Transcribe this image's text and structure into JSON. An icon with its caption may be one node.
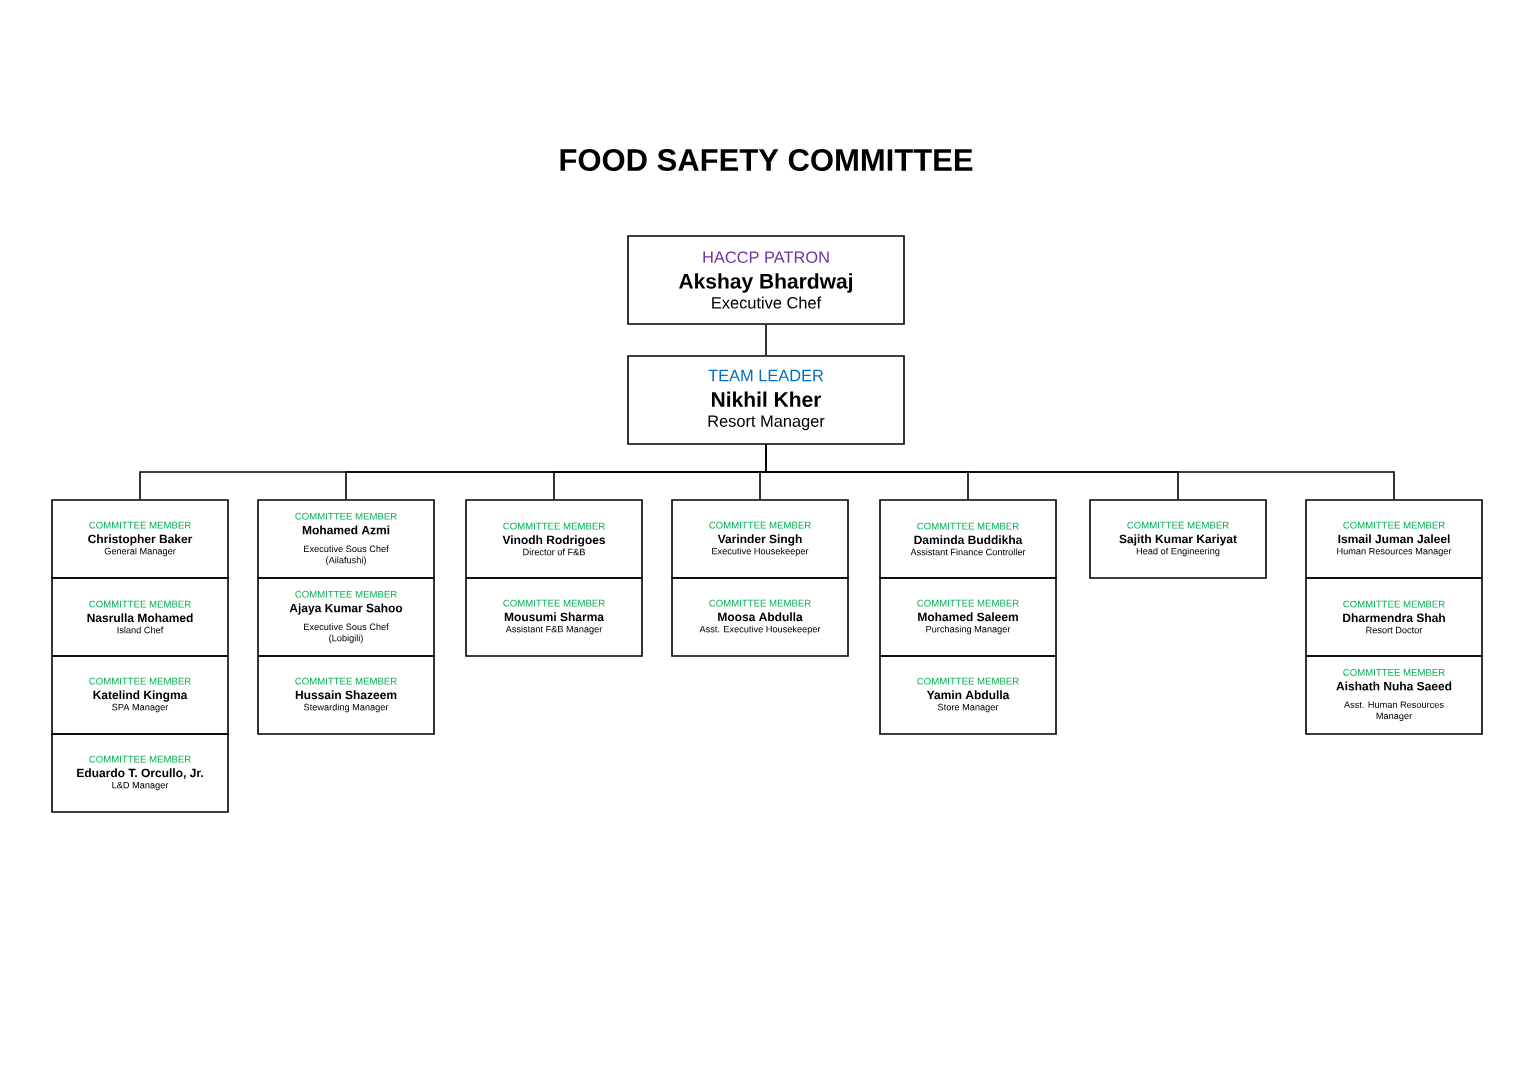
{
  "diagram": {
    "title": "FOOD SAFETY COMMITTEE",
    "nodes": [
      {
        "text": [
          "HACCP PATRON",
          "Akshay Bhardwaj",
          "Executive Chef"
        ]
      },
      {
        "text": [
          "TEAM LEADER",
          "Nikhil Kher",
          "Resort Manager"
        ]
      },
      {
        "text": [
          "COMMITTEE MEMBER",
          "Christopher Baker",
          "General Manager"
        ]
      },
      {
        "text": [
          "COMMITTEE MEMBER",
          "Nasrulla Mohamed",
          "Island Chef"
        ]
      },
      {
        "text": [
          "COMMITTEE MEMBER",
          "Katelind Kingma",
          "SPA Manager"
        ]
      },
      {
        "text": [
          "COMMITTEE MEMBER",
          "Eduardo T. Orcullo, Jr.",
          "L&D Manager"
        ]
      },
      {
        "text": [
          "COMMITTEE MEMBER",
          "Mohamed Azmi",
          "Executive Sous Chef (Ailafushi)"
        ]
      },
      {
        "text": [
          "COMMITTEE MEMBER",
          "Ajaya Kumar Sahoo",
          "Executive Sous Chef (Lobigili)"
        ]
      },
      {
        "text": [
          "COMMITTEE MEMBER",
          "Hussain Shazeem",
          "Stewarding Manager"
        ]
      },
      {
        "text": [
          "COMMITTEE MEMBER",
          "Vinodh Rodrigoes",
          "Director of F&B"
        ]
      },
      {
        "text": [
          "COMMITTEE MEMBER",
          "Mousumi Sharma",
          "Assistant F&B Manager"
        ]
      },
      {
        "text": [
          "COMMITTEE MEMBER",
          "Varinder Singh",
          "Executive Housekeeper"
        ]
      },
      {
        "text": [
          "COMMITTEE MEMBER",
          "Moosa Abdulla",
          "Asst. Executive Housekeeper"
        ]
      },
      {
        "text": [
          "COMMITTEE MEMBER",
          "Daminda Buddikha",
          "Assistant Finance Controller"
        ]
      },
      {
        "text": [
          "COMMITTEE MEMBER",
          "Mohamed Saleem",
          "Purchasing Manager"
        ]
      },
      {
        "text": [
          "COMMITTEE MEMBER",
          "Yamin Abdulla",
          "Store Manager"
        ]
      },
      {
        "text": [
          "COMMITTEE MEMBER",
          "Sajith Kumar Kariyat",
          "Head of Engineering"
        ]
      },
      {
        "text": [
          "COMMITTEE MEMBER",
          "Ismail Juman Jaleel",
          "Human Resources Manager"
        ]
      },
      {
        "text": [
          "COMMITTEE MEMBER",
          "Dharmendra Shah",
          "Resort Doctor"
        ]
      },
      {
        "text": [
          "COMMITTEE MEMBER",
          "Aishath Nuha Saeed",
          "Asst. Human Resources Manager"
        ]
      }
    ],
    "edges": [
      {
        "from": 0,
        "to": 1,
        "arrow": "none"
      },
      {
        "from": 1,
        "to": 2,
        "arrow": "none"
      },
      {
        "from": 1,
        "to": 6,
        "arrow": "none"
      },
      {
        "from": 1,
        "to": 9,
        "arrow": "none"
      },
      {
        "from": 1,
        "to": 11,
        "arrow": "none"
      },
      {
        "from": 1,
        "to": 13,
        "arrow": "none"
      },
      {
        "from": 1,
        "to": 16,
        "arrow": "none"
      },
      {
        "from": 1,
        "to": 17,
        "arrow": "none"
      }
    ]
  }
}
